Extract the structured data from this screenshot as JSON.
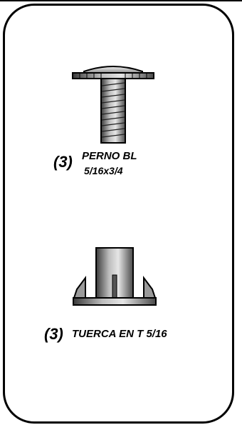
{
  "parts": [
    {
      "qty": "(3)",
      "name_line1": "PERNO BL",
      "name_line2": "5/16x3/4",
      "icon": "bolt-icon"
    },
    {
      "qty": "(3)",
      "name": "TUERCA EN T 5/16",
      "icon": "t-nut-icon"
    }
  ]
}
